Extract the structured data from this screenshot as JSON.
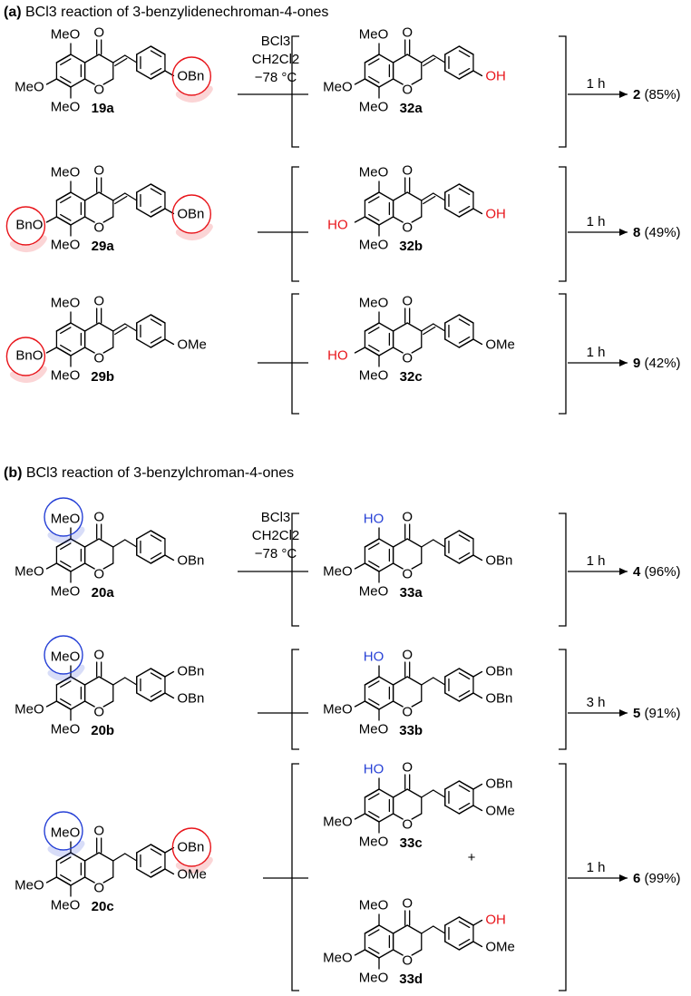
{
  "section_a": {
    "letter": "(a)",
    "title": " BCl3 reaction of 3-benzylidenechroman-4-ones",
    "conditions": {
      "reagent": "BCl3",
      "solvent": "CH2Cl2",
      "temp": "−78 °C"
    },
    "rows": [
      {
        "sm": "19a",
        "int": "32a",
        "time": "1 h",
        "prod": "2",
        "yield": " (85%)"
      },
      {
        "sm": "29a",
        "int": "32b",
        "time": "1 h",
        "prod": "8",
        "yield": " (49%)"
      },
      {
        "sm": "29b",
        "int": "32c",
        "time": "1 h",
        "prod": "9",
        "yield": " (42%)"
      }
    ]
  },
  "section_b": {
    "letter": "(b)",
    "title": " BCl3 reaction of 3-benzylchroman-4-ones",
    "conditions": {
      "reagent": "BCl3",
      "solvent": "CH2Cl2",
      "temp": "−78 °C"
    },
    "rows": [
      {
        "sm": "20a",
        "int": "33a",
        "time": "1 h",
        "prod": "4",
        "yield": " (96%)"
      },
      {
        "sm": "20b",
        "int": "33b",
        "time": "3 h",
        "prod": "5",
        "yield": " (91%)"
      },
      {
        "sm": "20c",
        "int": "33c",
        "int2": "33d",
        "plus": "+",
        "time": "1 h",
        "prod": "6",
        "yield": " (99%)"
      }
    ]
  },
  "labels": {
    "MeO": "MeO",
    "OMe": "OMe",
    "OBn": "OBn",
    "BnO": "BnO",
    "OH": "OH",
    "HO": "HO",
    "O": "O"
  }
}
